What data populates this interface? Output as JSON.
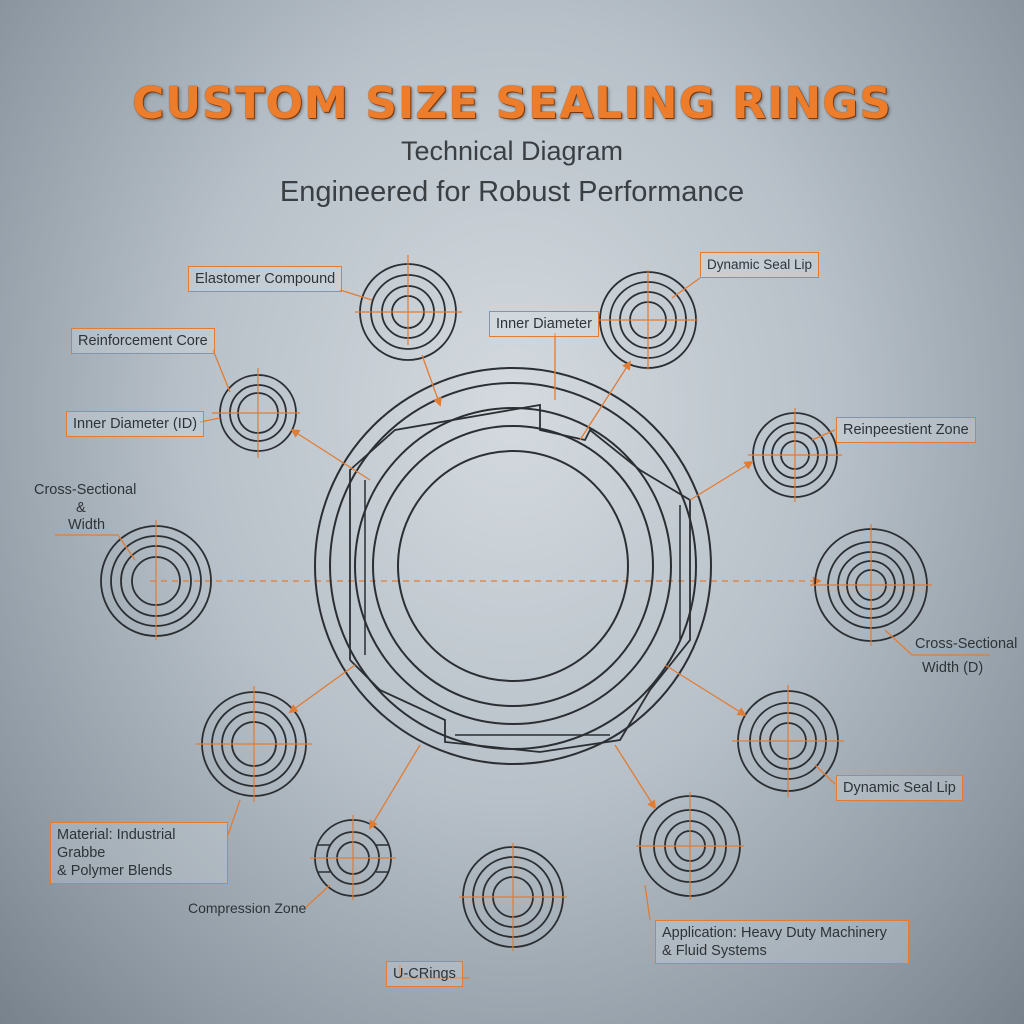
{
  "header": {
    "title": "CUSTOM SIZE SEALING RINGS",
    "subtitle": "Technical Diagram",
    "tagline": "Engineered for Robust Performance"
  },
  "labels": {
    "elastomer_compound": "Elastomer Compound",
    "dynamic_seal_lip_top": "Dynamic Seal Lip",
    "inner_diameter": "Inner Diameter",
    "reinforcement_core": "Reinforcement Core",
    "inner_diameter_id": "Inner Diameter (ID)",
    "reinpeestient_zone": "Reinpeestient Zone",
    "cross_sectional_left_1": "Cross-Sectional",
    "cross_sectional_left_2": "&",
    "cross_sectional_left_3": "Width",
    "cross_sectional_right_1": "Cross-Sectional",
    "cross_sectional_right_2": "Width (D)",
    "dynamic_seal_lip_bottom": "Dynamic Seal Lip",
    "material_1": "Material: Industrial Grabbe",
    "material_2": "& Polymer Blends",
    "compression_zone": "Compression Zone",
    "application_1": "Application: Heavy Duty Machinery",
    "application_2": "& Fluid Systems",
    "u_rings": "U-CRings"
  },
  "colors": {
    "accent": "#e07c34",
    "line": "#2b2f33",
    "background": "#b7c0c8"
  }
}
